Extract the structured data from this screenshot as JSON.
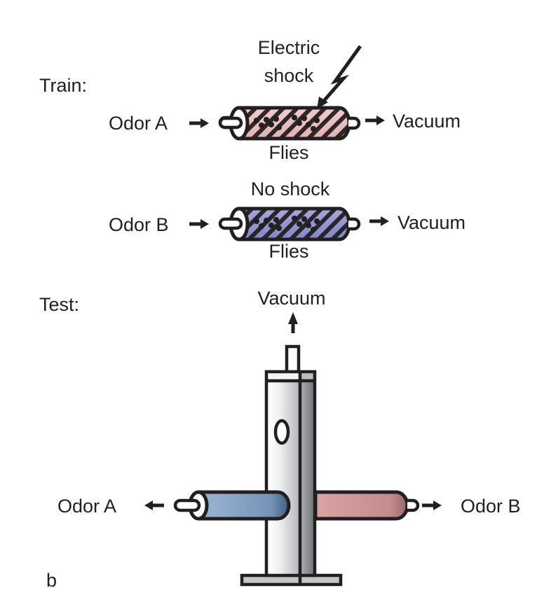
{
  "panel_label": "b",
  "train": {
    "section_label": "Train:",
    "shocked_trial": {
      "stimulus_label_line1": "Electric",
      "stimulus_label_line2": "shock",
      "odor_label": "Odor A",
      "outlet_label": "Vacuum",
      "subject_label": "Flies",
      "tube_color": "#d9a3a3"
    },
    "control_trial": {
      "stimulus_label": "No shock",
      "odor_label": "Odor B",
      "outlet_label": "Vacuum",
      "subject_label": "Flies",
      "tube_color": "#8a8fc9"
    }
  },
  "test": {
    "section_label": "Test:",
    "outlet_label": "Vacuum",
    "left_arm": {
      "odor_label": "Odor A",
      "tube_color": "#7c9cc0"
    },
    "right_arm": {
      "odor_label": "Odor B",
      "tube_color": "#c98f8f"
    }
  }
}
